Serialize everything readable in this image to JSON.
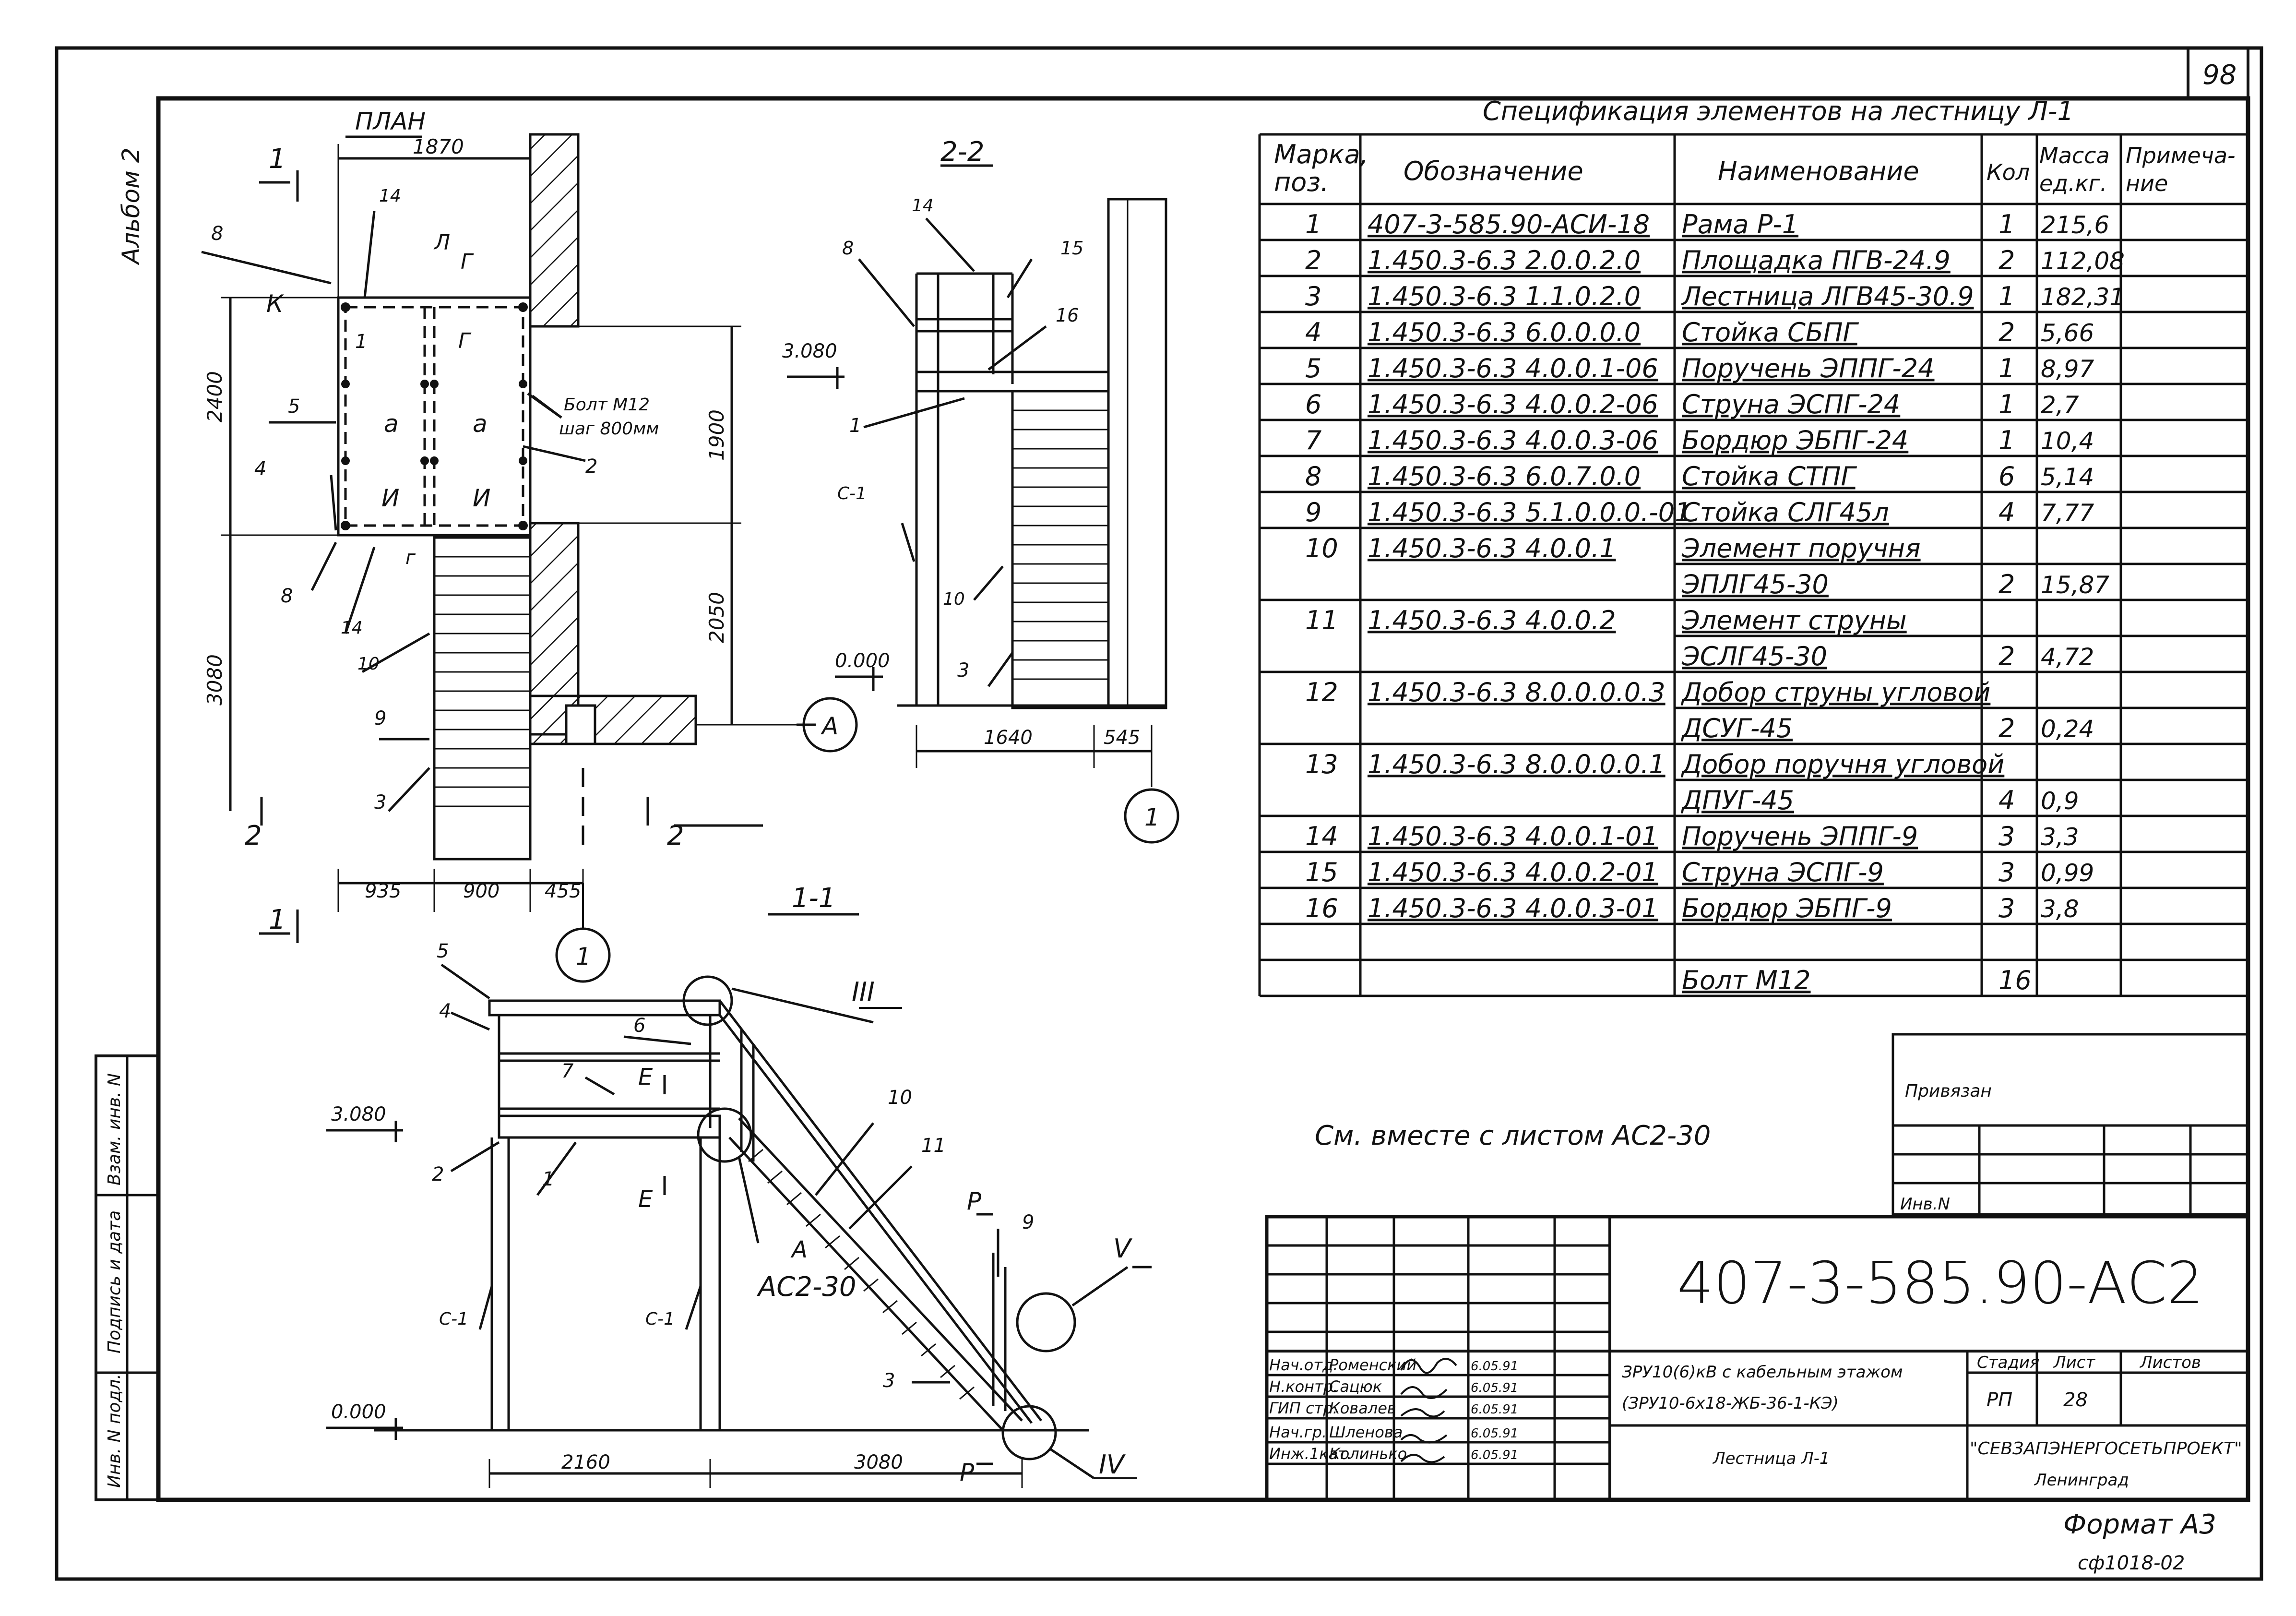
{
  "sheet": {
    "page_number": "98",
    "album": "Альбом 2",
    "format": "Формат А3",
    "archive_code": "сф1018-02",
    "note": "См. вместе с листом АС2-30",
    "side_stamp": [
      "Взам. инв. N",
      "Подпись и дата",
      "Инв. N подл."
    ]
  },
  "plan": {
    "title": "ПЛАН",
    "dims": {
      "top": "1870",
      "left_upper": "2400",
      "left_lower": "3080",
      "right_upper": "1900",
      "right_lower": "2050",
      "bottom": [
        "935",
        "900",
        "455"
      ]
    },
    "bolt_note": [
      "Болт М12",
      "шаг 800мм"
    ],
    "pos_labels": [
      "8",
      "14",
      "5",
      "1",
      "4",
      "8",
      "14",
      "10",
      "9",
      "3",
      "2"
    ],
    "section_marks": [
      "1",
      "1",
      "2",
      "2",
      "Л",
      "Г",
      "Г",
      "К",
      "а",
      "а",
      "И",
      "И",
      "г"
    ],
    "axis_A": "А",
    "axis_1": "1"
  },
  "section22": {
    "title": "2-2",
    "elev_top": "3.080",
    "elev_bottom": "0.000",
    "dims": [
      "1640",
      "545"
    ],
    "pos_labels": [
      "14",
      "8",
      "15",
      "16",
      "1",
      "С-1",
      "10",
      "3"
    ],
    "axis_1": "1"
  },
  "section11": {
    "title": "1-1",
    "elev_top": "3.080",
    "elev_bottom": "0.000",
    "dims": [
      "2160",
      "3080"
    ],
    "pos_labels": [
      "5",
      "4",
      "6",
      "7",
      "2",
      "1",
      "10",
      "11",
      "9",
      "3",
      "С-1",
      "С-1"
    ],
    "marks": [
      "Е",
      "Е",
      "Р",
      "Р",
      "А"
    ],
    "ref": "АС2-30",
    "nodes": [
      "III",
      "V",
      "IV"
    ]
  },
  "spec": {
    "title": "Спецификация элементов на лестницу Л-1",
    "headers": [
      "Марка, поз.",
      "Обозначение",
      "Наименование",
      "Кол",
      "Масса ед.кг.",
      "Примеча- ние"
    ],
    "rows": [
      [
        "1",
        "407-3-585.90-АСИ-18",
        "Рама Р-1",
        "1",
        "215,6",
        ""
      ],
      [
        "2",
        "1.450.3-6.3   2.0.0.2.0",
        "Площадка ПГВ-24.9",
        "2",
        "112,08",
        ""
      ],
      [
        "3",
        "1.450.3-6.3   1.1.0.2.0",
        "Лестница ЛГВ45-30.9",
        "1",
        "182,31",
        ""
      ],
      [
        "4",
        "1.450.3-6.3   6.0.0.0.0",
        "Стойка СБПГ",
        "2",
        "5,66",
        ""
      ],
      [
        "5",
        "1.450.3-6.3   4.0.0.1-06",
        "Поручень ЭППГ-24",
        "1",
        "8,97",
        ""
      ],
      [
        "6",
        "1.450.3-6.3   4.0.0.2-06",
        "Струна ЭСПГ-24",
        "1",
        "2,7",
        ""
      ],
      [
        "7",
        "1.450.3-6.3   4.0.0.3-06",
        "Бордюр ЭБПГ-24",
        "1",
        "10,4",
        ""
      ],
      [
        "8",
        "1.450.3-6.3   6.0.7.0.0",
        "Стойка СТПГ",
        "6",
        "5,14",
        ""
      ],
      [
        "9",
        "1.450.3-6.3   5.1.0.0.0.-01",
        "Стойка СЛГ45л",
        "4",
        "7,77",
        ""
      ],
      [
        "10",
        "1.450.3-6.3   4.0.0.1",
        "Элемент поручня",
        "",
        "",
        ""
      ],
      [
        "",
        "",
        "ЭПЛГ45-30",
        "2",
        "15,87",
        ""
      ],
      [
        "11",
        "1.450.3-6.3   4.0.0.2",
        "Элемент струны",
        "",
        "",
        ""
      ],
      [
        "",
        "",
        "ЭСЛГ45-30",
        "2",
        "4,72",
        ""
      ],
      [
        "12",
        "1.450.3-6.3   8.0.0.0.0.3",
        "Добор струны угловой",
        "",
        "",
        ""
      ],
      [
        "",
        "",
        "ДСУГ-45",
        "2",
        "0,24",
        ""
      ],
      [
        "13",
        "1.450.3-6.3   8.0.0.0.0.1",
        "Добор поручня угловой",
        "",
        "",
        ""
      ],
      [
        "",
        "",
        "ДПУГ-45",
        "4",
        "0,9",
        ""
      ],
      [
        "14",
        "1.450.3-6.3   4.0.0.1-01",
        "Поручень ЭППГ-9",
        "3",
        "3,3",
        ""
      ],
      [
        "15",
        "1.450.3-6.3   4.0.0.2-01",
        "Струна ЭСПГ-9",
        "3",
        "0,99",
        ""
      ],
      [
        "16",
        "1.450.3-6.3   4.0.0.3-01",
        "Бордюр ЭБПГ-9",
        "3",
        "3,8",
        ""
      ],
      [
        "",
        "",
        "",
        "",
        "",
        ""
      ],
      [
        "",
        "",
        "Болт М12",
        "16",
        "",
        ""
      ]
    ]
  },
  "binding": {
    "label": "Привязан",
    "inv": "Инв.N"
  },
  "title_block": {
    "code": "407-3-585.90-АС2",
    "signers": [
      [
        "Нач.отд.",
        "Роменский",
        "6.05.91"
      ],
      [
        "Н.контр.",
        "Сацюк",
        "6.05.91"
      ],
      [
        "ГИП стр.",
        "Ковалев",
        "6.05.91"
      ],
      [
        "Нач.гр.",
        "Шленова",
        "6.05.91"
      ],
      [
        "Инж.1кат.",
        "Колинько",
        "6.05.91"
      ]
    ],
    "project": [
      "ЗРУ10(6)кВ с кабельным этажом",
      "(ЗРУ10-6х18-ЖБ-36-1-КЭ)"
    ],
    "sheet_name": "Лестница Л-1",
    "stage_label": "Стадия",
    "sheet_label": "Лист",
    "sheets_label": "Листов",
    "stage": "РП",
    "sheet": "28",
    "org": "\"СЕВЗАПЭНЕРГОСЕТЬПРОЕКТ\"",
    "city": "Ленинград"
  }
}
